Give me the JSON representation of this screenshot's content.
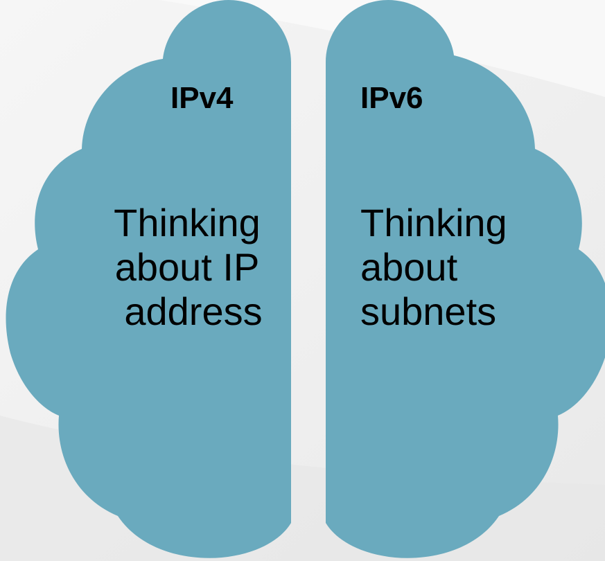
{
  "colors": {
    "brain_fill": "#6aaabe",
    "background": "#f0f0f0",
    "text": "#000000"
  },
  "left_hemisphere": {
    "title": "IPv4",
    "lines": [
      "Thinking",
      "about IP",
      "address"
    ]
  },
  "right_hemisphere": {
    "title": "IPv6",
    "lines": [
      "Thinking",
      "about",
      "subnets"
    ]
  }
}
